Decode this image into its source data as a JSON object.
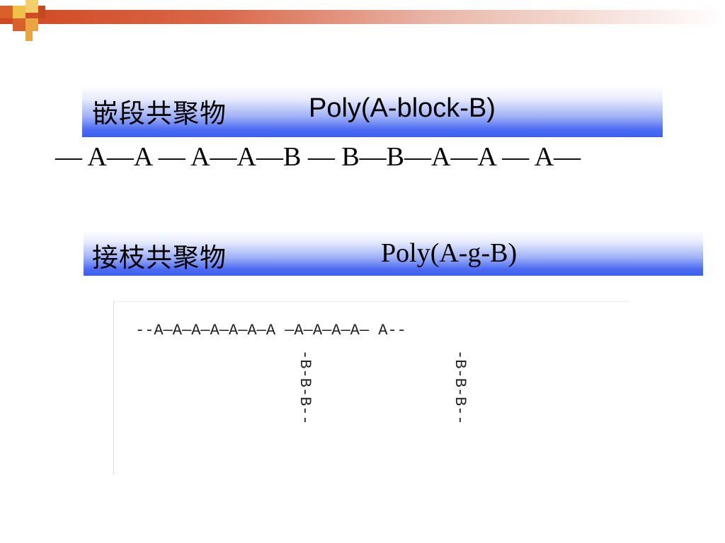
{
  "block_copolymer": {
    "name": "嵌段共聚物",
    "formula": "Poly(A-block-B)",
    "chain": "— A—A — A—A—B — B—B—A—A — A—"
  },
  "graft_copolymer": {
    "name": "接枝共聚物",
    "formula": "Poly(A-g-B)",
    "main_chain": "--A—A—A—A—A—A—A —A—A—A—A— A--",
    "branches": [
      "-B-B-B--",
      "-B-B-B--"
    ]
  },
  "colors": {
    "header_red": "#d0471f",
    "header_gold": "#f0c048",
    "band_blue": "#3b5ff0"
  }
}
